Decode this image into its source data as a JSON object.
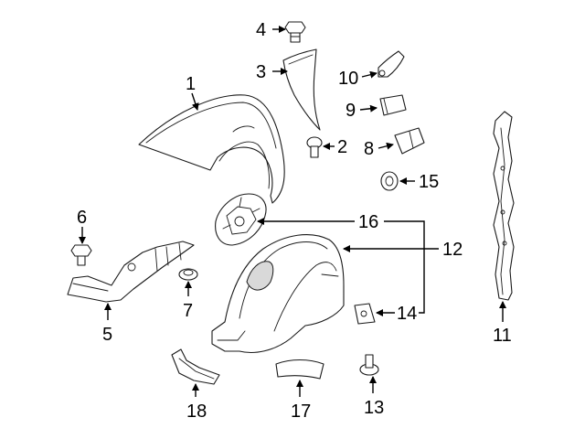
{
  "diagram": {
    "background": "#ffffff",
    "line_color": "#1a1a1a",
    "callouts": {
      "c1": "1",
      "c2": "2",
      "c3": "3",
      "c4": "4",
      "c5": "5",
      "c6": "6",
      "c7": "7",
      "c8": "8",
      "c9": "9",
      "c10": "10",
      "c11": "11",
      "c12": "12",
      "c13": "13",
      "c14": "14",
      "c15": "15",
      "c16": "16",
      "c17": "17",
      "c18": "18"
    }
  }
}
